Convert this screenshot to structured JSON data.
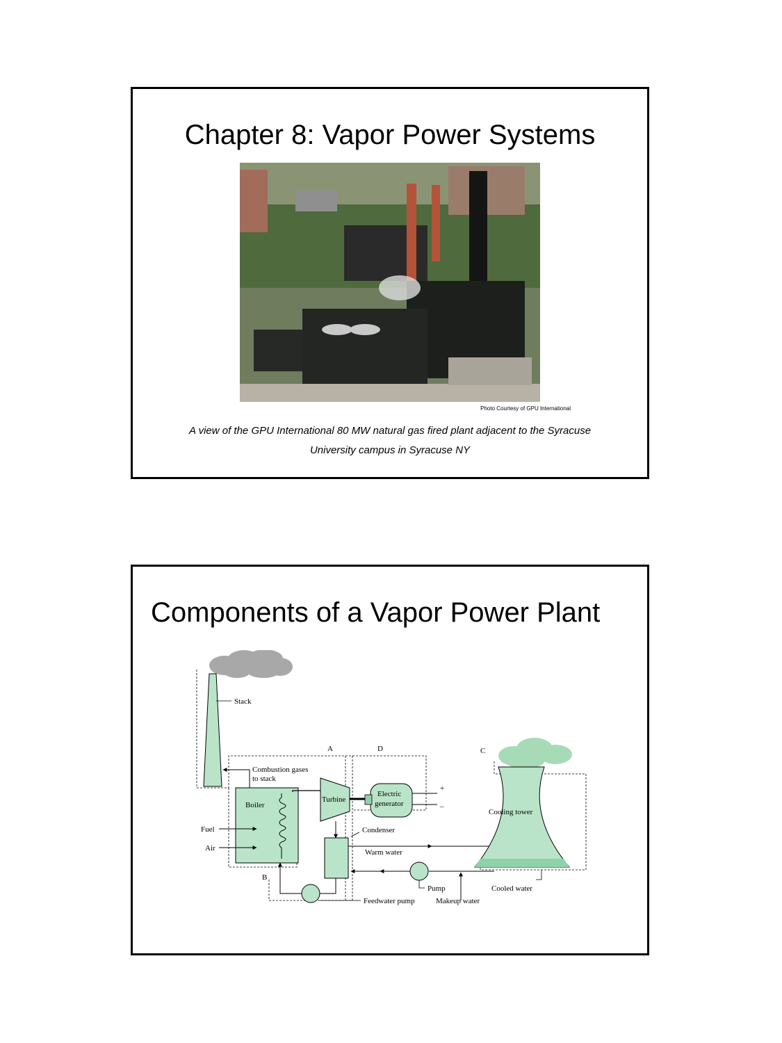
{
  "slide1": {
    "title": "Chapter 8:  Vapor Power Systems",
    "photo_credit": "Photo Courtesy of GPU International",
    "caption_line1": "A view of the GPU International 80 MW natural gas fired plant adjacent to the Syracuse",
    "caption_line2": "University campus in Syracuse NY"
  },
  "slide2": {
    "title": "Components of a Vapor Power Plant",
    "diagram": {
      "stack": "Stack",
      "combustion_gases_1": "Combustion gases",
      "combustion_gases_2": "to stack",
      "boiler": "Boiler",
      "fuel": "Fuel",
      "air": "Air",
      "turbine": "Turbine",
      "generator_1": "Electric",
      "generator_2": "generator",
      "plus": "+",
      "minus": "–",
      "cooling_tower": "Cooling tower",
      "condenser": "Condenser",
      "warm_water": "Warm water",
      "pump": "Pump",
      "cooled_water": "Cooled water",
      "feedwater_pump": "Feedwater pump",
      "makeup_water": "Makeup water",
      "label_a": "A",
      "label_b": "B",
      "label_c": "C",
      "label_d": "D"
    },
    "colors": {
      "equipment_fill": "#b9e4c9",
      "equipment_dark": "#8fd1a8",
      "smoke_gray": "#a8a8a8"
    }
  }
}
